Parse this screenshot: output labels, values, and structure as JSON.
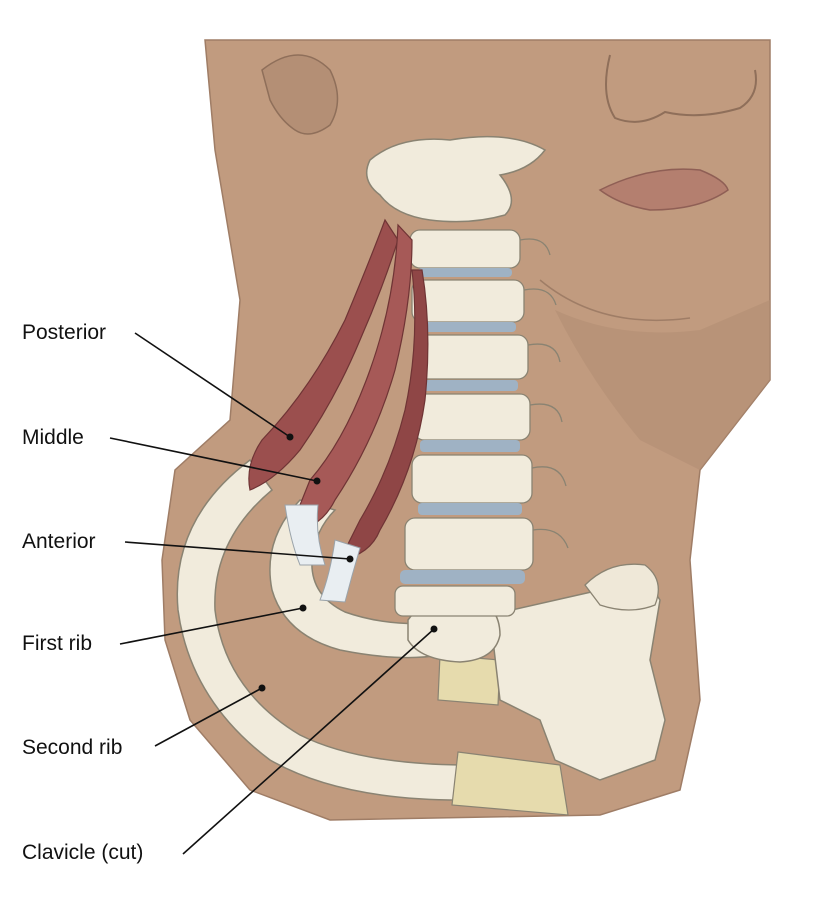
{
  "labels": {
    "posterior": "Posterior",
    "middle": "Middle",
    "anterior": "Anterior",
    "first_rib": "First rib",
    "second_rib": "Second rib",
    "clavicle": "Clavicle (cut)"
  },
  "colors": {
    "skin": "#c19b7f",
    "skin_shadow": "#a8826a",
    "bone": "#f1ebdc",
    "bone_outline": "#8a8372",
    "disc": "#9fb2c4",
    "muscle": "#9b4f4e",
    "muscle_dark": "#6f3435",
    "tendon": "#e9eef2",
    "cartilage": "#e6dbad",
    "leader_line": "#111111"
  }
}
